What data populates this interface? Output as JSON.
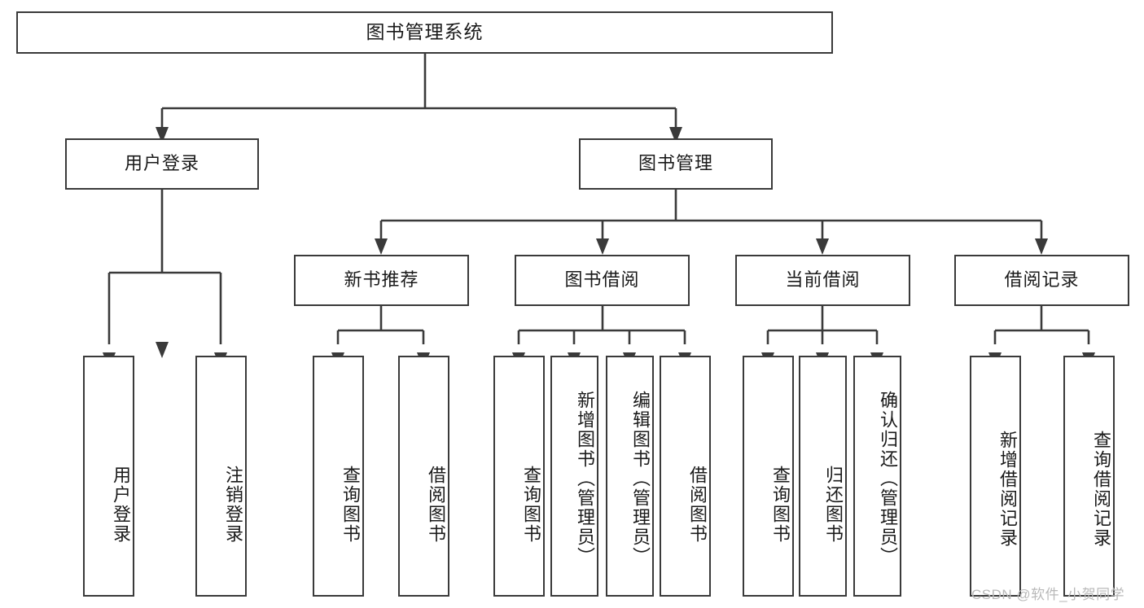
{
  "diagram": {
    "title": "图书管理系统",
    "type": "hierarchy-tree",
    "root": {
      "id": "root",
      "label": "图书管理系统",
      "orientation": "horizontal"
    },
    "level2": [
      {
        "id": "user-login",
        "label": "用户登录",
        "orientation": "horizontal"
      },
      {
        "id": "book-management",
        "label": "图书管理",
        "orientation": "horizontal"
      }
    ],
    "level3": [
      {
        "id": "new-book-recommend",
        "label": "新书推荐",
        "orientation": "horizontal",
        "parent": "book-management"
      },
      {
        "id": "book-borrow",
        "label": "图书借阅",
        "orientation": "horizontal",
        "parent": "book-management"
      },
      {
        "id": "current-borrow",
        "label": "当前借阅",
        "orientation": "horizontal",
        "parent": "book-management"
      },
      {
        "id": "borrow-record",
        "label": "借阅记录",
        "orientation": "horizontal",
        "parent": "book-management"
      }
    ],
    "leaves": [
      {
        "id": "leaf-user-login",
        "label": "用户登录",
        "parent": "user-login",
        "orientation": "vertical"
      },
      {
        "id": "leaf-logout",
        "label": "注销登录",
        "parent": "user-login",
        "orientation": "vertical"
      },
      {
        "id": "leaf-query-book-1",
        "label": "查询图书",
        "parent": "new-book-recommend",
        "orientation": "vertical"
      },
      {
        "id": "leaf-borrow-book-1",
        "label": "借阅图书",
        "parent": "new-book-recommend",
        "orientation": "vertical"
      },
      {
        "id": "leaf-query-book-2",
        "label": "查询图书",
        "parent": "book-borrow",
        "orientation": "vertical"
      },
      {
        "id": "leaf-add-book",
        "label": "新增图书（管理员）",
        "parent": "book-borrow",
        "orientation": "vertical"
      },
      {
        "id": "leaf-edit-book",
        "label": "编辑图书（管理员）",
        "parent": "book-borrow",
        "orientation": "vertical"
      },
      {
        "id": "leaf-borrow-book-2",
        "label": "借阅图书",
        "parent": "book-borrow",
        "orientation": "vertical"
      },
      {
        "id": "leaf-query-book-3",
        "label": "查询图书",
        "parent": "current-borrow",
        "orientation": "vertical"
      },
      {
        "id": "leaf-return-book",
        "label": "归还图书",
        "parent": "current-borrow",
        "orientation": "vertical"
      },
      {
        "id": "leaf-confirm-return",
        "label": "确认归还（管理员）",
        "parent": "current-borrow",
        "orientation": "vertical"
      },
      {
        "id": "leaf-add-record",
        "label": "新增借阅记录",
        "parent": "borrow-record",
        "orientation": "vertical"
      },
      {
        "id": "leaf-query-record",
        "label": "查询借阅记录",
        "parent": "borrow-record",
        "orientation": "vertical"
      }
    ],
    "watermark": "CSDN @软件_小贺同学",
    "colors": {
      "border": "#3a3a3a",
      "background": "#ffffff",
      "text": "#1a1a1a",
      "watermark": "#b9b9b9"
    }
  }
}
